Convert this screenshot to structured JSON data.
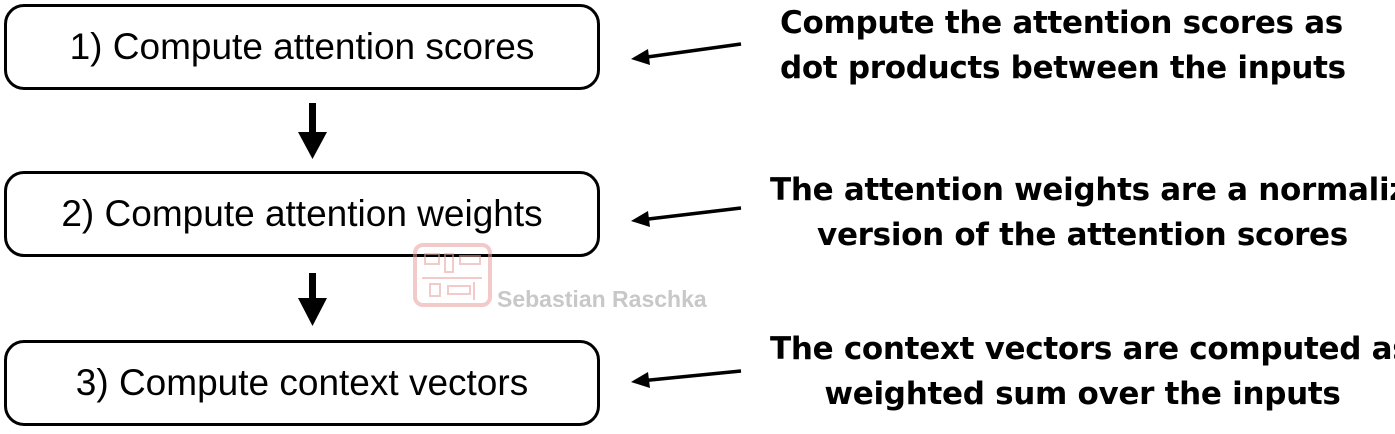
{
  "steps": [
    {
      "label": "1) Compute attention scores"
    },
    {
      "label": "2) Compute attention weights"
    },
    {
      "label": "3) Compute context vectors"
    }
  ],
  "notes": [
    {
      "line1": "Compute the attention scores as",
      "line2": "dot products between the inputs"
    },
    {
      "line1": "The attention weights are a normalized",
      "line2": "version of the attention scores"
    },
    {
      "line1": "The context vectors are computed as a",
      "line2": "weighted sum over the inputs"
    }
  ],
  "watermark": {
    "text": "Sebastian Raschka",
    "color": "#c8c8c8",
    "logo_color": "#e8a0a0",
    "logo_icon": "circuit-logo"
  }
}
